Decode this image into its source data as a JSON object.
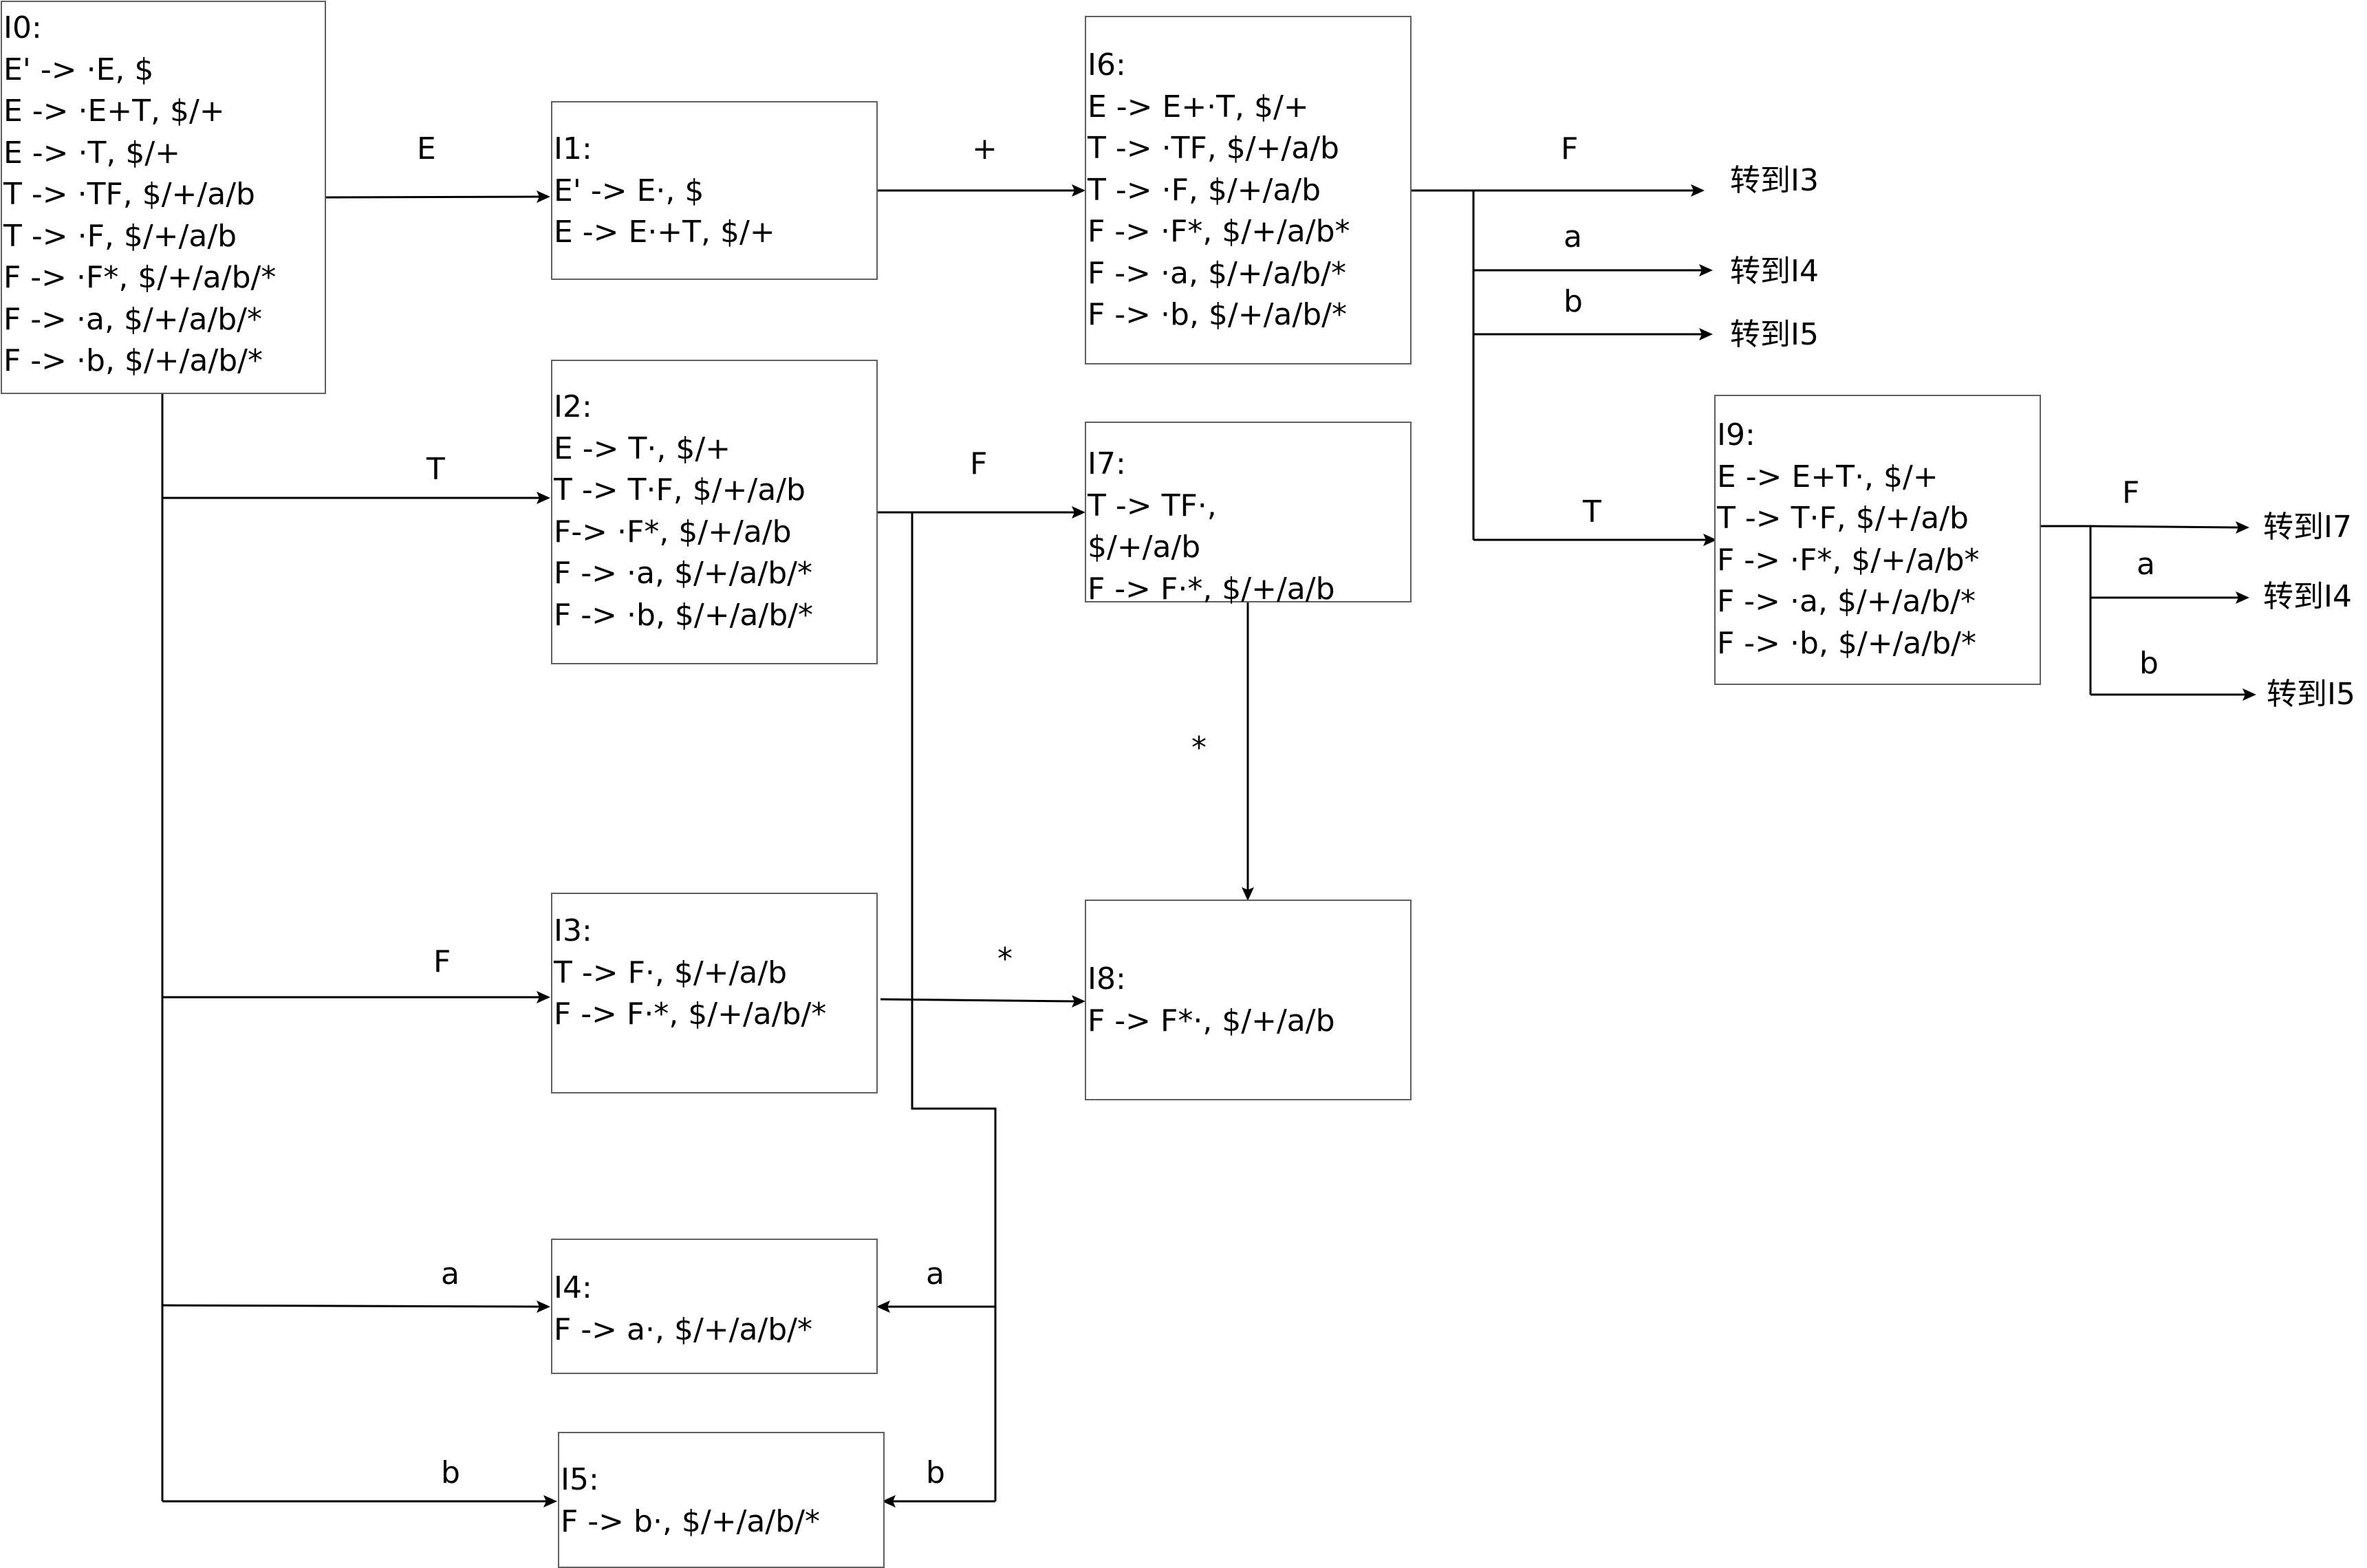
{
  "states": [
    {
      "id": "I0",
      "lines": [
        "I0:",
        "E' -> ·E, $",
        "E -> ·E+T, $/+",
        "E -> ·T, $/+",
        "T -> ·TF, $/+/a/b",
        "T -> ·F, $/+/a/b",
        "F -> ·F*, $/+/a/b/*",
        "F -> ·a, $/+/a/b/*",
        "F -> ·b, $/+/a/b/*"
      ]
    },
    {
      "id": "I1",
      "lines": [
        "I1:",
        "E' -> E·, $",
        "E -> E·+T, $/+"
      ]
    },
    {
      "id": "I2",
      "lines": [
        "I2:",
        "E -> T·, $/+",
        "T -> T·F, $/+/a/b",
        "F-> ·F*, $/+/a/b",
        "F -> ·a, $/+/a/b/*",
        "F -> ·b, $/+/a/b/*"
      ]
    },
    {
      "id": "I3",
      "lines": [
        "I3:",
        "T -> F·, $/+/a/b",
        "F -> F·*, $/+/a/b/*"
      ]
    },
    {
      "id": "I4",
      "lines": [
        "I4:",
        "F -> a·, $/+/a/b/*"
      ]
    },
    {
      "id": "I5",
      "lines": [
        "I5:",
        "F -> b·, $/+/a/b/*"
      ]
    },
    {
      "id": "I6",
      "lines": [
        "I6:",
        "E -> E+·T, $/+",
        "T -> ·TF, $/+/a/b",
        "T -> ·F, $/+/a/b",
        "F -> ·F*, $/+/a/b*",
        "F -> ·a, $/+/a/b/*",
        "F -> ·b, $/+/a/b/*"
      ]
    },
    {
      "id": "I7",
      "lines": [
        "I7:",
        "T -> TF·,",
        "$/+/a/b",
        "F -> F·*, $/+/a/b"
      ]
    },
    {
      "id": "I8",
      "lines": [
        "I8:",
        "F -> F*·, $/+/a/b"
      ]
    },
    {
      "id": "I9",
      "lines": [
        "I9:",
        "E -> E+T·, $/+",
        "T -> T·F, $/+/a/b",
        "F -> ·F*, $/+/a/b*",
        "F -> ·a, $/+/a/b/*",
        "F -> ·b, $/+/a/b/*"
      ]
    }
  ],
  "transitions": [
    {
      "from": "I0",
      "to": "I1",
      "symbol": "E"
    },
    {
      "from": "I0",
      "to": "I2",
      "symbol": "T"
    },
    {
      "from": "I0",
      "to": "I3",
      "symbol": "F"
    },
    {
      "from": "I0",
      "to": "I4",
      "symbol": "a"
    },
    {
      "from": "I0",
      "to": "I5",
      "symbol": "b"
    },
    {
      "from": "I1",
      "to": "I6",
      "symbol": "+"
    },
    {
      "from": "I2",
      "to": "I7",
      "symbol": "F"
    },
    {
      "from": "I2",
      "to": "I4",
      "symbol": "a"
    },
    {
      "from": "I2",
      "to": "I5",
      "symbol": "b"
    },
    {
      "from": "I3",
      "to": "I8",
      "symbol": "*"
    },
    {
      "from": "I7",
      "to": "I8",
      "symbol": "*"
    },
    {
      "from": "I6",
      "to": "I3",
      "symbol": "F",
      "target_text": "转到I3"
    },
    {
      "from": "I6",
      "to": "I4",
      "symbol": "a",
      "target_text": "转到I4"
    },
    {
      "from": "I6",
      "to": "I5",
      "symbol": "b",
      "target_text": "转到I5"
    },
    {
      "from": "I6",
      "to": "I9",
      "symbol": "T"
    },
    {
      "from": "I9",
      "to": "I7",
      "symbol": "F",
      "target_text": "转到I7"
    },
    {
      "from": "I9",
      "to": "I4",
      "symbol": "a",
      "target_text": "转到I4"
    },
    {
      "from": "I9",
      "to": "I5",
      "symbol": "b",
      "target_text": "转到I5"
    }
  ],
  "colors": {
    "box_border": "#5f5f5f",
    "edge": "#000000",
    "text": "#000000",
    "background": "#ffffff"
  }
}
